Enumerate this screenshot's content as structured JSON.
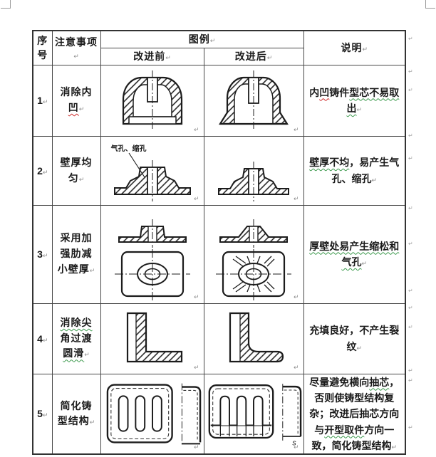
{
  "header": {
    "no": "序号",
    "note": "注意事项",
    "legend": "图例",
    "before": "改进前",
    "after": "改进后",
    "desc": "说明"
  },
  "marks": {
    "para": "↵"
  },
  "rows": [
    {
      "no": "1",
      "note_segments": [
        {
          "t": "消除内",
          "u": ""
        },
        {
          "t": "凹",
          "u": "red"
        }
      ],
      "desc_segments": [
        {
          "t": "内",
          "u": ""
        },
        {
          "t": "凹",
          "u": "red"
        },
        {
          "t": "铸件",
          "u": ""
        },
        {
          "t": "型芯不易取出",
          "u": "green"
        }
      ]
    },
    {
      "no": "2",
      "note_segments": [
        {
          "t": "壁厚均匀",
          "u": ""
        }
      ],
      "figure_label": "气孔、缩孔",
      "desc_segments": [
        {
          "t": "壁厚不均",
          "u": "green"
        },
        {
          "t": "，易产生气孔、缩孔",
          "u": ""
        }
      ]
    },
    {
      "no": "3",
      "note_segments": [
        {
          "t": "采用加强肋减小壁厚",
          "u": ""
        }
      ],
      "desc_segments": [
        {
          "t": "厚壁处易产生缩松和气孔",
          "u": "green"
        }
      ]
    },
    {
      "no": "4",
      "note_segments": [
        {
          "t": "消除尖",
          "u": "green"
        },
        {
          "t": "角过渡",
          "u": ""
        },
        {
          "t": "圆滑",
          "u": "green"
        }
      ],
      "desc_segments": [
        {
          "t": "充填良好，不产生裂纹",
          "u": ""
        }
      ]
    },
    {
      "no": "5",
      "note_segments": [
        {
          "t": "简化铸型结构",
          "u": ""
        }
      ],
      "after_label": "s",
      "desc_segments": [
        {
          "t": "尽量避免横向",
          "u": ""
        },
        {
          "t": "抽芯",
          "u": "green"
        },
        {
          "t": "，否则使铸型结构复杂；改进后抽芯方向与",
          "u": ""
        },
        {
          "t": "开型取件",
          "u": "green"
        },
        {
          "t": "方向一致，简化铸型结构",
          "u": ""
        }
      ]
    }
  ]
}
